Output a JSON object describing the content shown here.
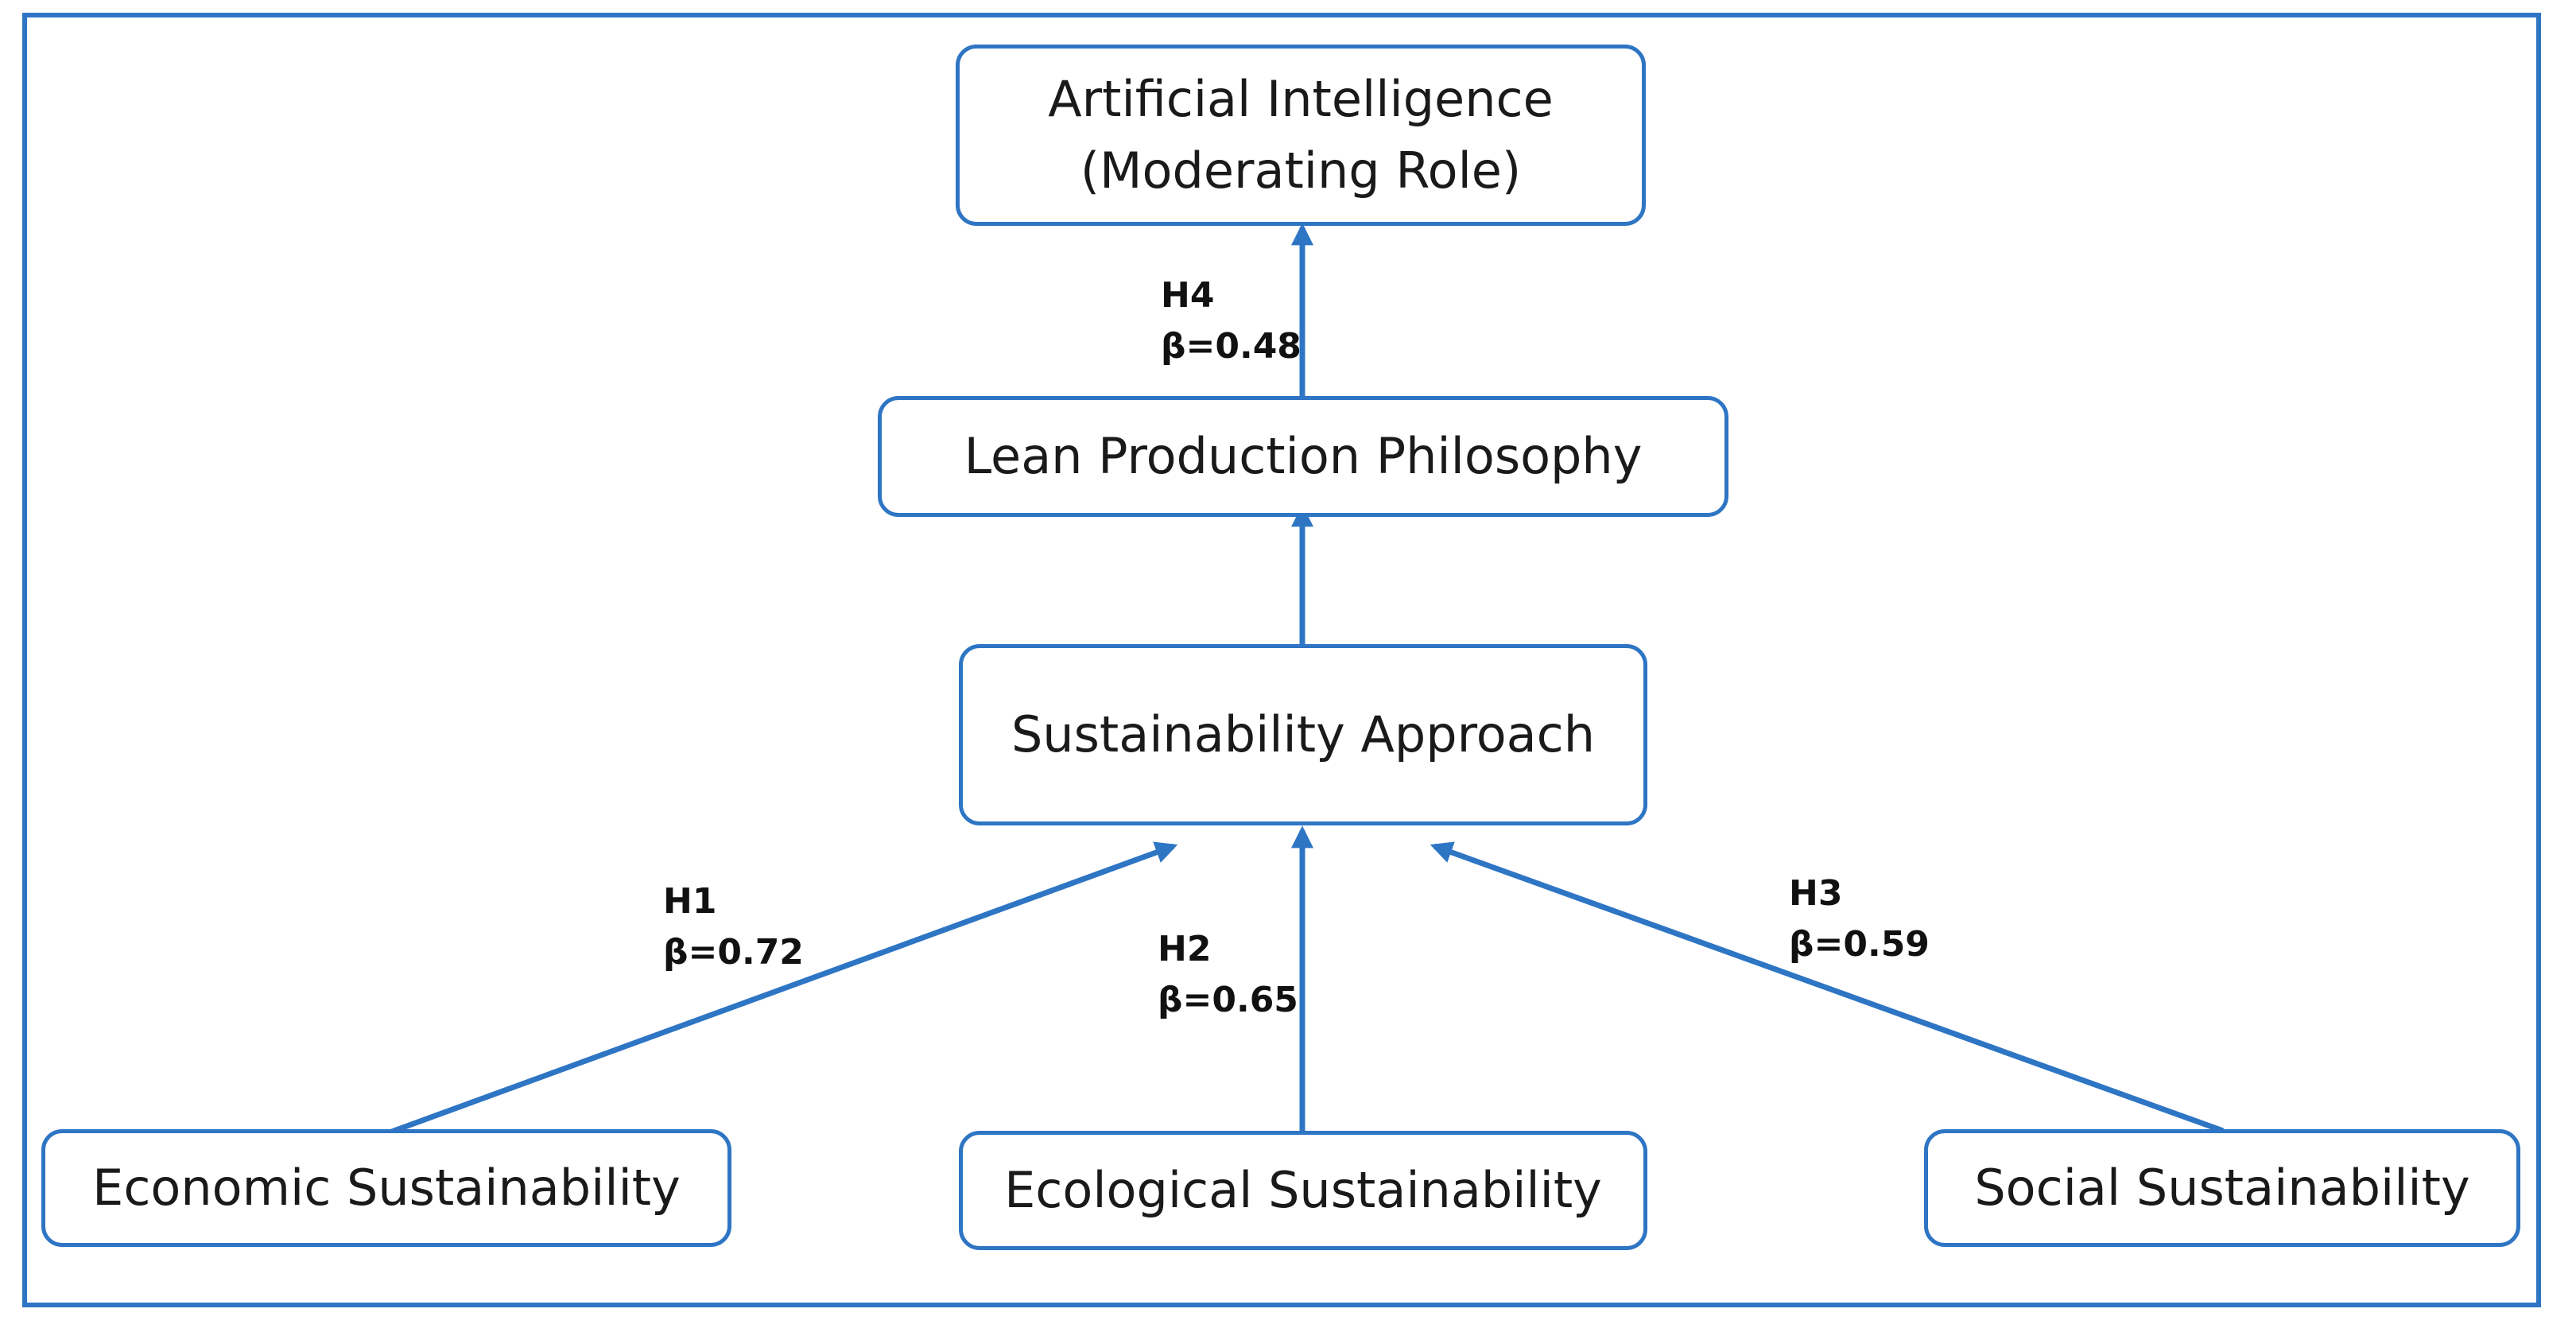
{
  "diagram": {
    "nodes": {
      "ai": {
        "line1": "Artificial Intelligence",
        "line2": "(Moderating Role)"
      },
      "lean": {
        "label": "Lean Production Philosophy"
      },
      "sustainability": {
        "label": "Sustainability Approach"
      },
      "economic": {
        "label": "Economic Sustainability"
      },
      "ecological": {
        "label": "Ecological Sustainability"
      },
      "social": {
        "label": "Social Sustainability"
      }
    },
    "edges": {
      "h1": {
        "hypothesis": "H1",
        "beta": "β=0.72"
      },
      "h2": {
        "hypothesis": "H2",
        "beta": "β=0.65"
      },
      "h3": {
        "hypothesis": "H3",
        "beta": "β=0.59"
      },
      "h4": {
        "hypothesis": "H4",
        "beta": "β=0.48"
      }
    },
    "colors": {
      "border": "#2e75c4",
      "arrow": "#2e75c4",
      "text": "#1a1a1a"
    }
  }
}
